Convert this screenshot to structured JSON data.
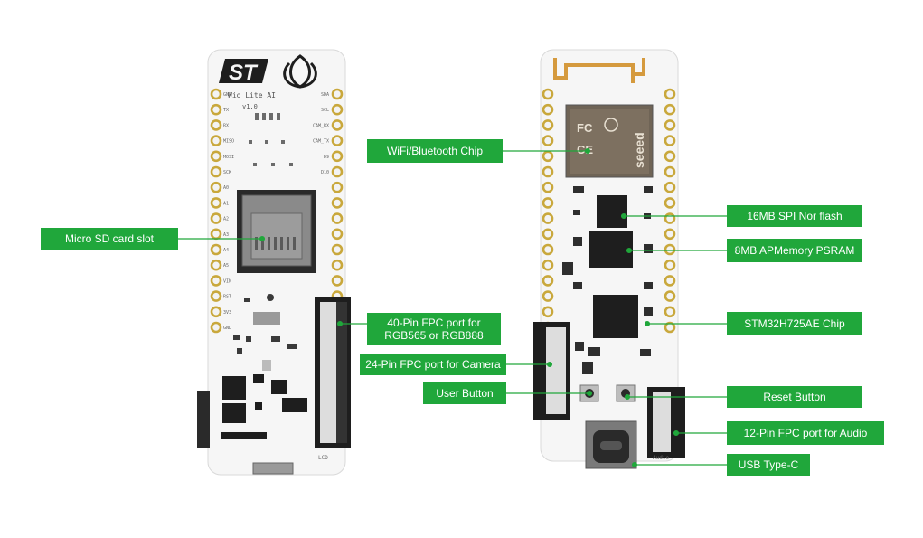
{
  "brand": {
    "st_logo": "ST",
    "seeed_logo": "seeed"
  },
  "board_front": {
    "silkscreen_name": "Wio Lite AI",
    "silkscreen_version": "v1.0",
    "silkscreen_left_pins": [
      "GND",
      "TX",
      "RX",
      "MISO",
      "MOSI",
      "SCK",
      "A0",
      "A1",
      "A2",
      "A3",
      "A4",
      "A5",
      "VIN",
      "RST",
      "3V3",
      "GND"
    ],
    "silkscreen_right_pins": [
      "SDA",
      "SCL",
      "CAM_RX",
      "CAM_TX",
      "D9",
      "D10"
    ],
    "silkscreen_lcd": "LCD"
  },
  "board_back": {
    "silkscreen_audio": "Audio"
  },
  "callouts": {
    "micro_sd": "Micro SD card slot",
    "fpc40": "40-Pin FPC port for\nRGB565 or RGB888",
    "fpc24": "24-Pin FPC port for Camera",
    "user_button": "User Button",
    "wifi_bt": "WiFi/Bluetooth Chip",
    "spi_flash": "16MB SPI Nor flash",
    "psram": "8MB  APMemory PSRAM",
    "stm32": "STM32H725AE Chip",
    "reset_button": "Reset Button",
    "fpc12": "12-Pin FPC port for Audio",
    "usb_c": "USB Type-C"
  },
  "colors": {
    "callout_green": "#20a73b",
    "board_white": "#f6f6f6",
    "component_black": "#1e1e1e",
    "header_gold": "#c9a83c",
    "antenna_orange": "#d59a3e"
  }
}
